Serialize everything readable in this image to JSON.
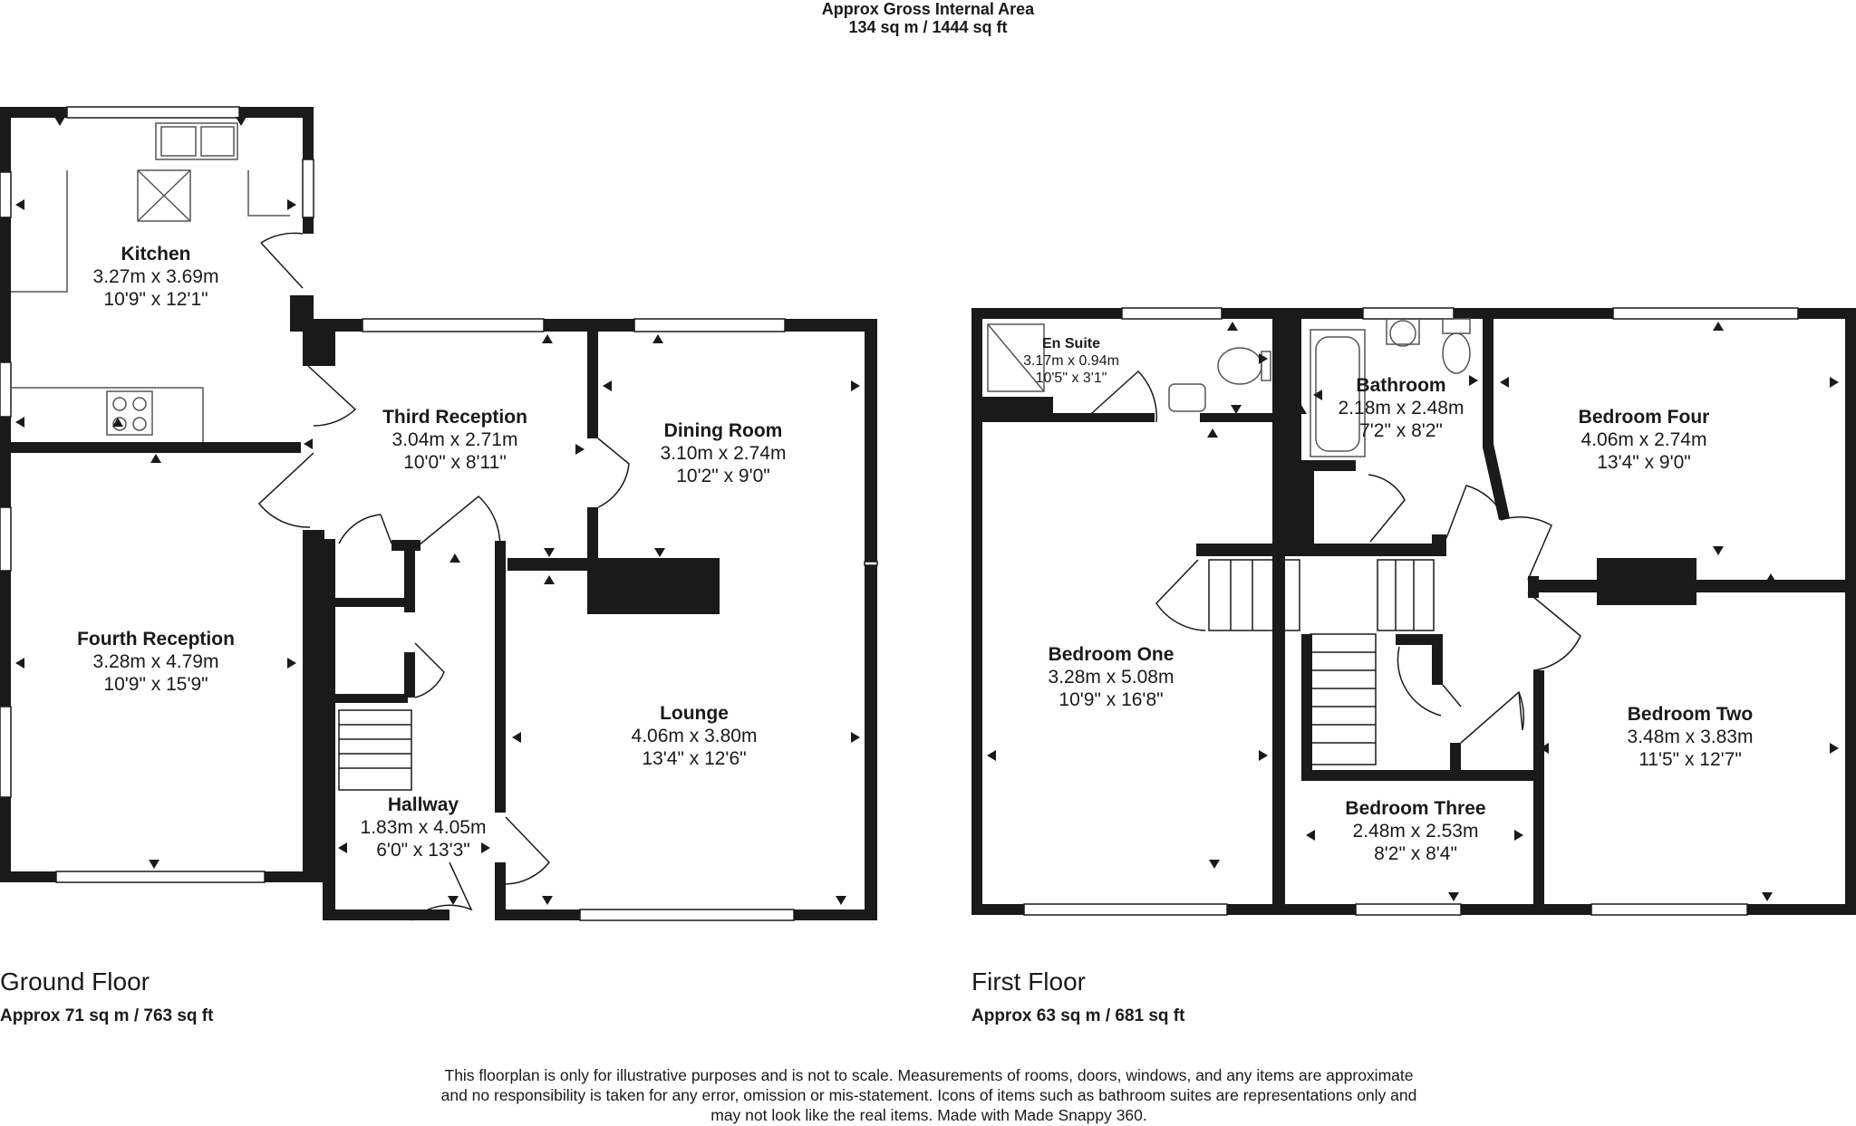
{
  "header": {
    "title": "Approx Gross Internal Area",
    "area": "134 sq m / 1444 sq ft"
  },
  "ground_floor": {
    "title": "Ground Floor",
    "area": "Approx 71 sq m / 763 sq ft",
    "rooms": {
      "kitchen": {
        "name": "Kitchen",
        "metric": "3.27m x 3.69m",
        "imperial": "10'9\" x 12'1\""
      },
      "third_reception": {
        "name": "Third Reception",
        "metric": "3.04m x 2.71m",
        "imperial": "10'0\" x 8'11\""
      },
      "dining_room": {
        "name": "Dining Room",
        "metric": "3.10m x 2.74m",
        "imperial": "10'2\" x 9'0\""
      },
      "fourth_reception": {
        "name": "Fourth Reception",
        "metric": "3.28m x 4.79m",
        "imperial": "10'9\" x 15'9\""
      },
      "lounge": {
        "name": "Lounge",
        "metric": "4.06m x 3.80m",
        "imperial": "13'4\" x 12'6\""
      },
      "hallway": {
        "name": "Hallway",
        "metric": "1.83m x 4.05m",
        "imperial": "6'0\" x 13'3\""
      }
    }
  },
  "first_floor": {
    "title": "First Floor",
    "area": "Approx 63 sq m / 681 sq ft",
    "rooms": {
      "en_suite": {
        "name": "En Suite",
        "metric": "3.17m x 0.94m",
        "imperial": "10'5\" x 3'1\""
      },
      "bathroom": {
        "name": "Bathroom",
        "metric": "2.18m x 2.48m",
        "imperial": "7'2\" x 8'2\""
      },
      "bedroom_four": {
        "name": "Bedroom Four",
        "metric": "4.06m x 2.74m",
        "imperial": "13'4\" x 9'0\""
      },
      "bedroom_one": {
        "name": "Bedroom One",
        "metric": "3.28m x 5.08m",
        "imperial": "10'9\" x 16'8\""
      },
      "bedroom_two": {
        "name": "Bedroom Two",
        "metric": "3.48m x 3.83m",
        "imperial": "11'5\" x 12'7\""
      },
      "bedroom_three": {
        "name": "Bedroom Three",
        "metric": "2.48m x 2.53m",
        "imperial": "8'2\" x 8'4\""
      }
    }
  },
  "disclaimer": {
    "line1": "This floorplan is only for illustrative purposes and is not to scale. Measurements of rooms, doors, windows, and any items are approximate",
    "line2": "and no responsibility is taken for any error, omission or mis-statement. Icons of items such as bathroom suites are representations only and",
    "line3": "may not look like the real items. Made with Made Snappy 360."
  },
  "colors": {
    "wall": "#1a1a1a",
    "background": "#ffffff",
    "fixture": "#555555"
  }
}
